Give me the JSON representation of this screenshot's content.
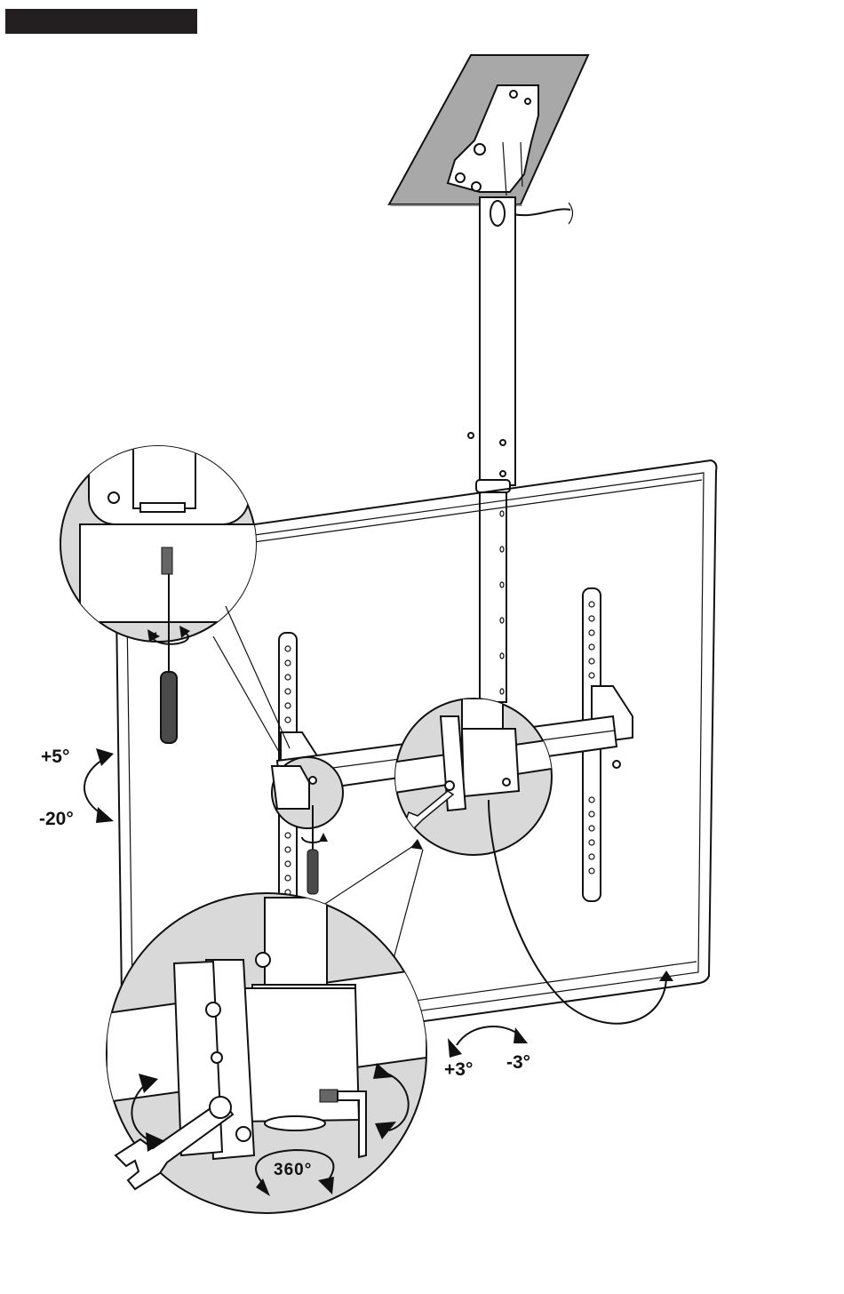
{
  "header_bar": {
    "color": "#231f20"
  },
  "colors": {
    "ceiling": "#a8a8a8",
    "zoom_fill": "#d9d9d9",
    "line": "#111111",
    "tool_handle": "#4a4a4a"
  },
  "labels": {
    "tilt_up": "+5°",
    "tilt_down": "-20°",
    "level_plus": "+3°",
    "level_minus": "-3°",
    "swivel": "360°"
  },
  "icons": [
    "ceiling-plate-icon",
    "pole-icon",
    "tv-panel-icon",
    "screwdriver-icon",
    "wrench-icon",
    "allen-key-icon",
    "rotate-arrow-icon"
  ]
}
